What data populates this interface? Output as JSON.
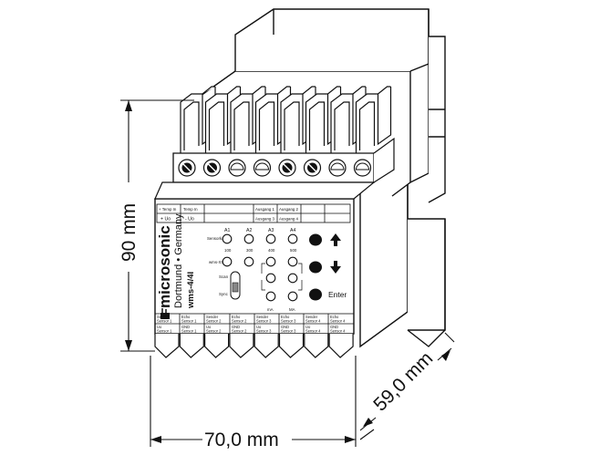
{
  "dimensions": {
    "height": "90 mm",
    "width": "70,0 mm",
    "depth": "59,0 mm"
  },
  "brand": {
    "name": "microsonic",
    "location": "Dortmund • Germany",
    "model": "wms-4/4I"
  },
  "terminals_top": [
    {
      "line1": "+ Temp In",
      "line2": "+ Uo"
    },
    {
      "line1": "Temp In",
      "line2": "- Uo"
    },
    {
      "line1": "Ausgang 1",
      "line2": "Ausgang 3"
    },
    {
      "line1": "Ausgang 2",
      "line2": "Ausgang 4"
    }
  ],
  "channels": [
    "A1",
    "A2",
    "A3",
    "A4"
  ],
  "rows": {
    "sensor_label": "Sensorkanal",
    "type_label": "wms-XXX",
    "type_values": [
      "100",
      "300",
      "400",
      "500"
    ],
    "scan_label": "Scan",
    "sync_label": "Sync",
    "bottom_values": [
      "mA",
      "MA"
    ]
  },
  "buttons": {
    "up_icon": "arrow-up-icon",
    "down_icon": "arrow-down-icon",
    "enter_label": "Enter"
  },
  "terminals_bottom": [
    {
      "line1": "Sender",
      "line2": "Sensor 1",
      "line3": "Uo",
      "line4": "Sensor 1"
    },
    {
      "line1": "Echo",
      "line2": "Sensor 1",
      "line3": "GND",
      "line4": "Sensor 1"
    },
    {
      "line1": "Sender",
      "line2": "Sensor 2",
      "line3": "Uo",
      "line4": "Sensor 2"
    },
    {
      "line1": "Echo",
      "line2": "Sensor 2",
      "line3": "GND",
      "line4": "Sensor 2"
    },
    {
      "line1": "Sender",
      "line2": "Sensor 3",
      "line3": "Uo",
      "line4": "Sensor 3"
    },
    {
      "line1": "Echo",
      "line2": "Sensor 3",
      "line3": "GND",
      "line4": "Sensor 3"
    },
    {
      "line1": "Sender",
      "line2": "Sensor 4",
      "line3": "Uo",
      "line4": "Sensor 4"
    },
    {
      "line1": "Echo",
      "line2": "Sensor 4",
      "line3": "GND",
      "line4": "Sensor 4"
    }
  ]
}
